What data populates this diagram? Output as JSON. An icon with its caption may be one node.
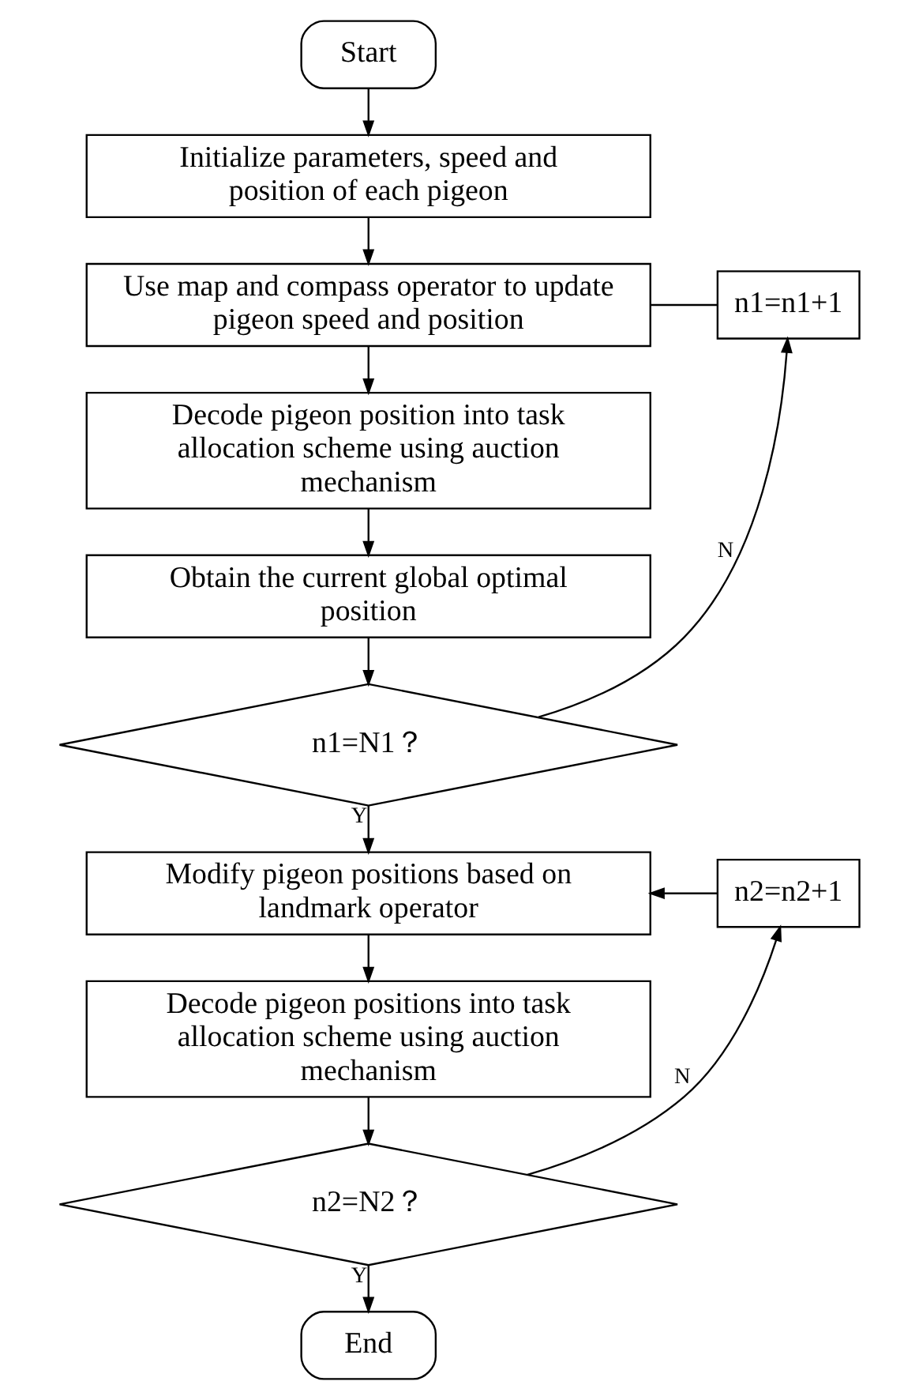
{
  "diagram": {
    "nodes": [
      {
        "text": [
          "Start"
        ]
      },
      {
        "text": [
          "Initialize parameters, speed and position of each pigeon"
        ]
      },
      {
        "text": [
          "Use map and compass operator to update pigeon speed and position"
        ]
      },
      {
        "text": [
          "n1=n1+1"
        ]
      },
      {
        "text": [
          "Decode pigeon position into task allocation scheme using auction mechanism"
        ]
      },
      {
        "text": [
          "Obtain the current global optimal position"
        ]
      },
      {
        "text": [
          "n1=N1？"
        ]
      },
      {
        "text": [
          "n2=n2+1"
        ]
      },
      {
        "text": [
          "Modify pigeon positions based on landmark operator"
        ]
      },
      {
        "text": [
          "Decode pigeon positions into task allocation scheme using auction mechanism"
        ]
      },
      {
        "text": [
          "n2=N2？"
        ]
      },
      {
        "text": [
          "End"
        ]
      }
    ],
    "edges": [
      {
        "from": 0,
        "to": 1,
        "arrow": "to"
      },
      {
        "from": 1,
        "to": 2,
        "arrow": "to"
      },
      {
        "from": 2,
        "to": 4,
        "arrow": "to"
      },
      {
        "from": 4,
        "to": 5,
        "arrow": "to"
      },
      {
        "from": 5,
        "to": 6,
        "arrow": "to"
      },
      {
        "from": 6,
        "to": 3,
        "arrow": "to",
        "label": "N"
      },
      {
        "from": 3,
        "to": 2,
        "arrow": "none"
      },
      {
        "from": 6,
        "to": 8,
        "arrow": "to",
        "label": "Y"
      },
      {
        "from": 7,
        "to": 8,
        "arrow": "to"
      },
      {
        "from": 8,
        "to": 9,
        "arrow": "to"
      },
      {
        "from": 9,
        "to": 10,
        "arrow": "to"
      },
      {
        "from": 10,
        "to": 7,
        "arrow": "to",
        "label": "N"
      },
      {
        "from": 10,
        "to": 11,
        "arrow": "to",
        "label": "Y"
      }
    ]
  }
}
